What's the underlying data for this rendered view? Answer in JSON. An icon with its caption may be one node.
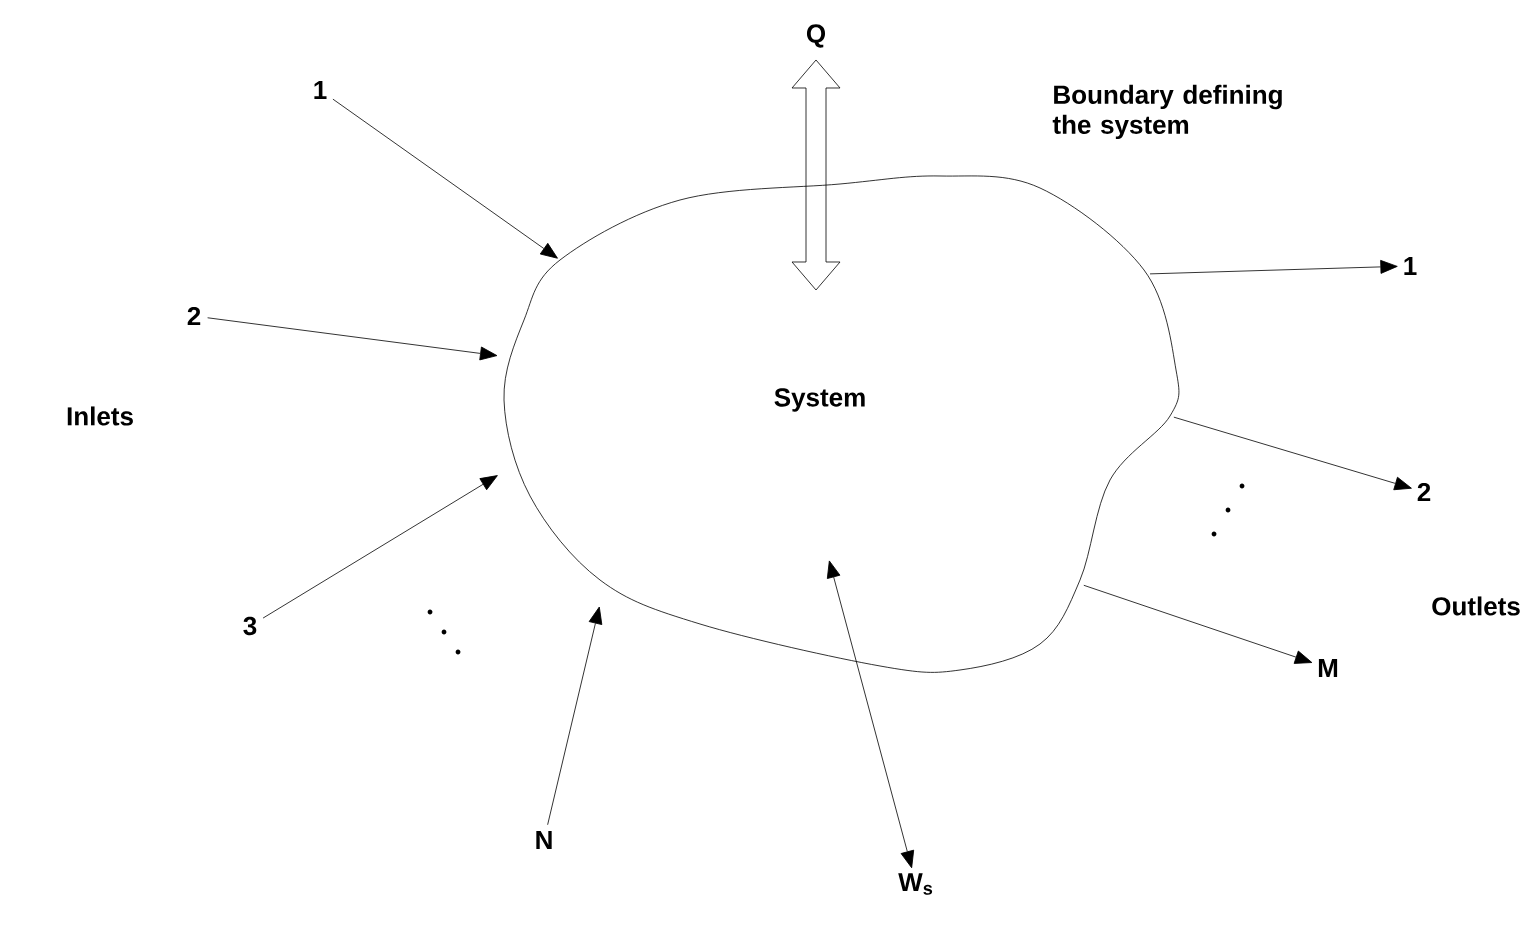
{
  "diagram": {
    "nodes": [
      {
        "text": [
          "System"
        ]
      },
      {
        "text": [
          "1"
        ]
      },
      {
        "text": [
          "2"
        ]
      },
      {
        "text": [
          "3"
        ]
      },
      {
        "text": [
          "N"
        ]
      },
      {
        "text": [
          "1"
        ]
      },
      {
        "text": [
          "2"
        ]
      },
      {
        "text": [
          "M"
        ]
      },
      {
        "text": [
          "Q"
        ]
      },
      {
        "text": [
          "W$_{s}$"
        ]
      }
    ],
    "edges": [
      {
        "from": 1,
        "to": 0,
        "arrow": "to"
      },
      {
        "from": 2,
        "to": 0,
        "arrow": "to"
      },
      {
        "from": 3,
        "to": 0,
        "arrow": "to"
      },
      {
        "from": 4,
        "to": 0,
        "arrow": "to"
      },
      {
        "from": 0,
        "to": 5,
        "arrow": "to"
      },
      {
        "from": 0,
        "to": 6,
        "arrow": "to"
      },
      {
        "from": 0,
        "to": 7,
        "arrow": "to"
      },
      {
        "from": 8,
        "to": 0,
        "arrow": "both",
        "style": "thick"
      },
      {
        "from": 0,
        "to": 9,
        "arrow": "both"
      }
    ],
    "labels": [
      "Boundary defining the system",
      "Inlets",
      "Outlets"
    ]
  }
}
